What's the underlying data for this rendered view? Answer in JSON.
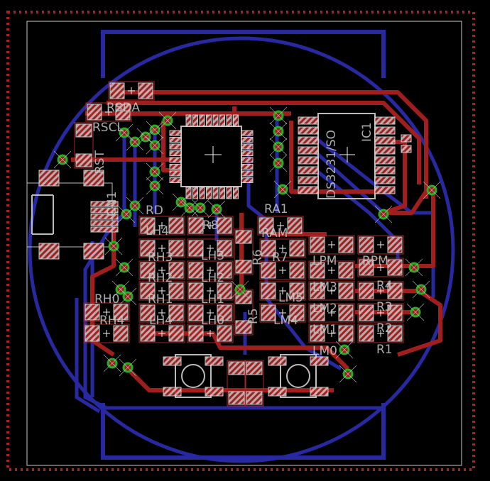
{
  "board": {
    "colors": {
      "background": "#000000",
      "top_copper": "#a01e1e",
      "bottom_copper": "#2828a0",
      "silkscreen": "#c8c8c8",
      "dimension": "#b41e1e",
      "via_ring": "#22b022",
      "pad_fill": "#d8b8b8"
    },
    "labels": [
      "RSDA",
      "RSCL",
      "RST",
      "CN1",
      "RD",
      "LH4",
      "R8",
      "RH3",
      "LH3",
      "RH2",
      "LH2",
      "RH1",
      "LH1",
      "RH0",
      "RH4",
      "LH4",
      "LH0",
      "RAM",
      "R7",
      "R6",
      "LPM",
      "RPM",
      "LM3",
      "R4",
      "LM2",
      "R3",
      "LM1",
      "R2",
      "LM0",
      "R1",
      "LM4",
      "LM5",
      "R5",
      "DS3231/SO",
      "IC1",
      "RA1"
    ]
  }
}
